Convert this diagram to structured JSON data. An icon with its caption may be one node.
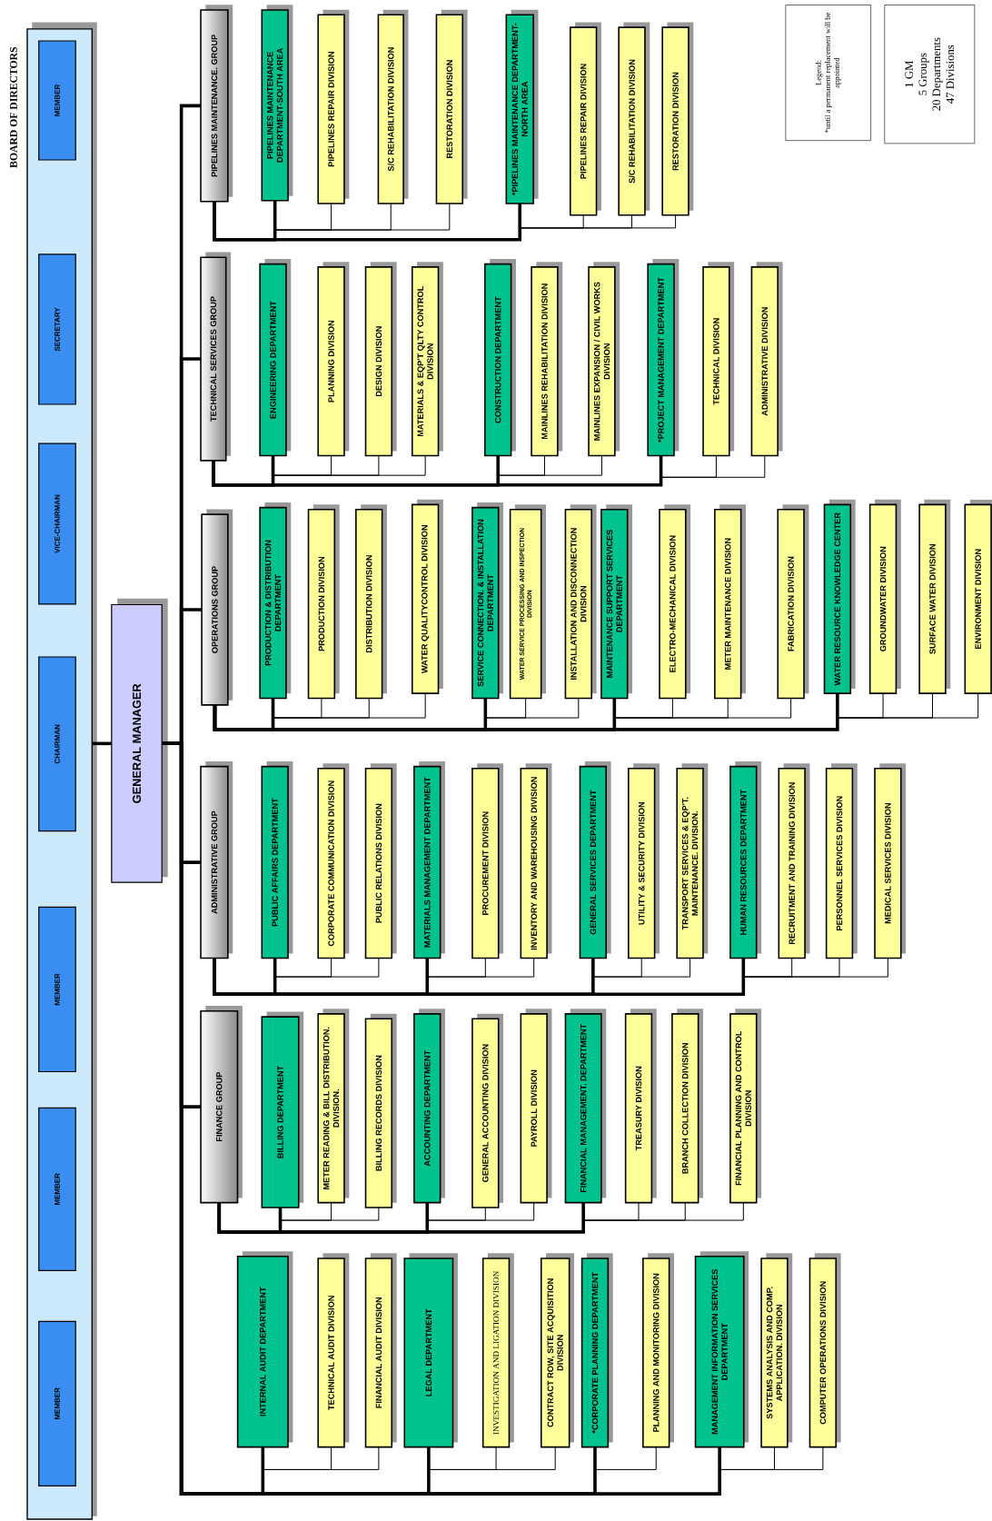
{
  "diagram": {
    "nodes": [
      {
        "text": [
          "BOARD OF DIRECTORS"
        ]
      },
      {
        "text": [
          "MEMBER"
        ],
        "in": 0
      },
      {
        "text": [
          "SECRETARY"
        ],
        "in": 0
      },
      {
        "text": [
          "VICE-CHAIRMAN"
        ],
        "in": 0
      },
      {
        "text": [
          "CHAIRMAN"
        ],
        "in": 0
      },
      {
        "text": [
          "MEMBER"
        ],
        "in": 0
      },
      {
        "text": [
          "MEMBER"
        ],
        "in": 0
      },
      {
        "text": [
          "MEMBER"
        ],
        "in": 0
      },
      {
        "text": [
          "GENERAL MANAGER"
        ]
      },
      {
        "text": [
          "PIPELINES MAINTENANCE. GROUP"
        ]
      },
      {
        "text": [
          "PIPELINES MAINTENANCE DEPARTMENT-SOUTH AREA"
        ]
      },
      {
        "text": [
          "PIPELINES REPAIR DIVISION"
        ]
      },
      {
        "text": [
          "S/C REHABILITATION DIVISION"
        ]
      },
      {
        "text": [
          "RESTORATION DIVISION"
        ]
      },
      {
        "text": [
          "*PIPELINES MAINTENANCE DEPARTMENT- NORTH AREA"
        ]
      },
      {
        "text": [
          "PIPELINES REPAIR DIVISION"
        ]
      },
      {
        "text": [
          "S/C REHABILITATION DIVISION"
        ]
      },
      {
        "text": [
          "RESTORATION DIVISION"
        ]
      },
      {
        "text": [
          "TECHNICAL SERVICES GROUP"
        ]
      },
      {
        "text": [
          "ENGINEERING DEPARTMENT"
        ]
      },
      {
        "text": [
          "PLANNING DIVISION"
        ]
      },
      {
        "text": [
          "DESIGN DIVISION"
        ]
      },
      {
        "text": [
          "MATERIALS & EQP'T QLTY CONTROL DIVISION"
        ]
      },
      {
        "text": [
          "CONSTRUCTION DEPARTMENT"
        ]
      },
      {
        "text": [
          "MAINLINES REHABILITATION DIVISION"
        ]
      },
      {
        "text": [
          "MAINLINES EXPANSION / CIVIL WORKS DIVISION"
        ]
      },
      {
        "text": [
          "*PROJECT MANAGEMENT DEPARTMENT"
        ]
      },
      {
        "text": [
          "TECHNICAL DIVISION"
        ]
      },
      {
        "text": [
          "ADMINISTRATIVE DIVISION"
        ]
      },
      {
        "text": [
          "OPERATIONS GROUP"
        ]
      },
      {
        "text": [
          "PRODUCTION & DISTRIBUTION DEPARTMENT"
        ]
      },
      {
        "text": [
          "PRODUCTION DIVISION"
        ]
      },
      {
        "text": [
          "DISTRIBUTION DIVISION"
        ]
      },
      {
        "text": [
          "WATER QUALITYCONTROL DIVISION"
        ]
      },
      {
        "text": [
          "SERVICE CONNECTION. & INSTALLATION DEPARTMENT"
        ]
      },
      {
        "text": [
          "WATER SERVICE PROCESSING AND INSPECTION DIVISION"
        ]
      },
      {
        "text": [
          "INSTALLATION AND DISCONNECTION DIVISION"
        ]
      },
      {
        "text": [
          "MAINTENANCE SUPPORT SERVICES DEPARTMENT"
        ]
      },
      {
        "text": [
          "ELECTRO-MECHANICAL DIVISION"
        ]
      },
      {
        "text": [
          "METER MAINTENANCE DIVISION"
        ]
      },
      {
        "text": [
          "FABRICATION DIVISION"
        ]
      },
      {
        "text": [
          "WATER RESOURCE KNOWLEDGE CENTER"
        ]
      },
      {
        "text": [
          "GROUNDWATER DIVISION"
        ]
      },
      {
        "text": [
          "SURFACE WATER DIVISION"
        ]
      },
      {
        "text": [
          "ENVIRONMENT DIVISION"
        ]
      },
      {
        "text": [
          "ADMINISTRATIVE GROUP"
        ]
      },
      {
        "text": [
          "PUBLIC AFFAIRS DEPARTMENT"
        ]
      },
      {
        "text": [
          "CORPORATE COMMUNICATION DIVISION"
        ]
      },
      {
        "text": [
          "PUBLIC RELATIONS DIVISION"
        ]
      },
      {
        "text": [
          "MATERIALS MANAGEMENT DEPARTMENT"
        ]
      },
      {
        "text": [
          "PROCUREMENT DIVISION"
        ]
      },
      {
        "text": [
          "INVENTORY AND WAREHOUSING DIVISION"
        ]
      },
      {
        "text": [
          "GENERAL SERVICES DEPARTMENT"
        ]
      },
      {
        "text": [
          "UTILITY & SECURITY DIVISION"
        ]
      },
      {
        "text": [
          "TRANSPORT SERVICES & EQP'T. MAINTENANCE. DIVISION."
        ]
      },
      {
        "text": [
          "HUMAN RESOURCES DEPARTMENT"
        ]
      },
      {
        "text": [
          "RECRUITMENT AND TRAINING DIVISION"
        ]
      },
      {
        "text": [
          "PERSONNEL SERVICES DIVISION"
        ]
      },
      {
        "text": [
          "MEDICAL SERVICES DIVISION"
        ]
      },
      {
        "text": [
          "FINANCE GROUP"
        ]
      },
      {
        "text": [
          "BILLING DEPARTMENT"
        ]
      },
      {
        "text": [
          "METER READING & BILL DISTRIBUTION. DIVISION."
        ]
      },
      {
        "text": [
          "BILLING RECORDS DIVISION"
        ]
      },
      {
        "text": [
          "ACCOUNTING DEPARTMENT"
        ]
      },
      {
        "text": [
          "GENERAL ACCOUNTING DIVISION"
        ]
      },
      {
        "text": [
          "PAYROLL DIVISION"
        ]
      },
      {
        "text": [
          "FINANCIAL MANAGEMENT. DEPARTMENT"
        ]
      },
      {
        "text": [
          "TREASURY DIVISION"
        ]
      },
      {
        "text": [
          "BRANCH COLLECTION DIVISION"
        ]
      },
      {
        "text": [
          "FINANCIAL PLANNING AND CONTROL DIVISION"
        ]
      },
      {
        "text": [
          "INTERNAL AUDIT DEPARTMENT"
        ]
      },
      {
        "text": [
          "TECHNICAL AUDIT DIVISION"
        ]
      },
      {
        "text": [
          "FINANCIAL AUDIT DIVISION"
        ]
      },
      {
        "text": [
          "LEGAL DEPARTMENT"
        ]
      },
      {
        "text": [
          "INVESTIGATION AND LIGATION DIVISION"
        ]
      },
      {
        "text": [
          "CONTRACT ROW, SITE ACQUISITION DIVISION"
        ]
      },
      {
        "text": [
          "*CORPORATE PLANNING DEPARTMENT"
        ]
      },
      {
        "text": [
          "PLANNING AND MONITORING DIVISION"
        ]
      },
      {
        "text": [
          "MANAGEMENT INFORMATION SERVICES DEPARTMENT"
        ]
      },
      {
        "text": [
          "SYSTEMS ANALYSIS AND COMP. APPLICATION. DIVISION"
        ]
      },
      {
        "text": [
          "COMPUTER OPERATIONS DIVISION"
        ]
      },
      {
        "text": [
          "Legend:",
          "*until a permanent replacement will be appointed"
        ]
      },
      {
        "text": [
          "1 GM",
          "5 Groups",
          "20 Departments",
          "47 Divisions"
        ]
      }
    ],
    "edges": [
      {
        "from": 0,
        "to": 8,
        "arrow": "none",
        "style": "thick"
      },
      {
        "from": 8,
        "to": 9,
        "arrow": "none",
        "style": "thick"
      },
      {
        "from": 8,
        "to": 18,
        "arrow": "none",
        "style": "thick"
      },
      {
        "from": 8,
        "to": 29,
        "arrow": "none",
        "style": "thick"
      },
      {
        "from": 8,
        "to": 45,
        "arrow": "none",
        "style": "thick"
      },
      {
        "from": 8,
        "to": 59,
        "arrow": "none",
        "style": "thick"
      },
      {
        "from": 8,
        "to": 70,
        "arrow": "none",
        "style": "thick"
      },
      {
        "from": 8,
        "to": 73,
        "arrow": "none",
        "style": "thick"
      },
      {
        "from": 8,
        "to": 76,
        "arrow": "none",
        "style": "thick"
      },
      {
        "from": 8,
        "to": 78,
        "arrow": "none",
        "style": "thick"
      },
      {
        "from": 9,
        "to": 10,
        "arrow": "none",
        "style": "thick"
      },
      {
        "from": 9,
        "to": 14,
        "arrow": "none",
        "style": "thick"
      },
      {
        "from": 18,
        "to": 19,
        "arrow": "none",
        "style": "thick"
      },
      {
        "from": 18,
        "to": 23,
        "arrow": "none",
        "style": "thick"
      },
      {
        "from": 18,
        "to": 26,
        "arrow": "none",
        "style": "thick"
      },
      {
        "from": 29,
        "to": 30,
        "arrow": "none",
        "style": "thick"
      },
      {
        "from": 29,
        "to": 34,
        "arrow": "none",
        "style": "thick"
      },
      {
        "from": 29,
        "to": 37,
        "arrow": "none",
        "style": "thick"
      },
      {
        "from": 29,
        "to": 41,
        "arrow": "none",
        "style": "thick"
      },
      {
        "from": 45,
        "to": 46,
        "arrow": "none",
        "style": "thick"
      },
      {
        "from": 45,
        "to": 49,
        "arrow": "none",
        "style": "thick"
      },
      {
        "from": 45,
        "to": 52,
        "arrow": "none",
        "style": "thick"
      },
      {
        "from": 45,
        "to": 55,
        "arrow": "none",
        "style": "thick"
      },
      {
        "from": 59,
        "to": 60,
        "arrow": "none",
        "style": "thick"
      },
      {
        "from": 59,
        "to": 63,
        "arrow": "none",
        "style": "thick"
      },
      {
        "from": 59,
        "to": 66,
        "arrow": "none",
        "style": "thick"
      },
      {
        "from": 10,
        "to": 11,
        "arrow": "none"
      },
      {
        "from": 10,
        "to": 12,
        "arrow": "none"
      },
      {
        "from": 10,
        "to": 13,
        "arrow": "none"
      },
      {
        "from": 14,
        "to": 15,
        "arrow": "none"
      },
      {
        "from": 14,
        "to": 16,
        "arrow": "none"
      },
      {
        "from": 14,
        "to": 17,
        "arrow": "none"
      },
      {
        "from": 19,
        "to": 20,
        "arrow": "none"
      },
      {
        "from": 19,
        "to": 21,
        "arrow": "none"
      },
      {
        "from": 19,
        "to": 22,
        "arrow": "none"
      },
      {
        "from": 23,
        "to": 24,
        "arrow": "none"
      },
      {
        "from": 23,
        "to": 25,
        "arrow": "none"
      },
      {
        "from": 26,
        "to": 27,
        "arrow": "none"
      },
      {
        "from": 26,
        "to": 28,
        "arrow": "none"
      },
      {
        "from": 30,
        "to": 31,
        "arrow": "none"
      },
      {
        "from": 30,
        "to": 32,
        "arrow": "none"
      },
      {
        "from": 30,
        "to": 33,
        "arrow": "none"
      },
      {
        "from": 34,
        "to": 35,
        "arrow": "none"
      },
      {
        "from": 34,
        "to": 36,
        "arrow": "none"
      },
      {
        "from": 37,
        "to": 38,
        "arrow": "none"
      },
      {
        "from": 37,
        "to": 39,
        "arrow": "none"
      },
      {
        "from": 37,
        "to": 40,
        "arrow": "none"
      },
      {
        "from": 41,
        "to": 42,
        "arrow": "none"
      },
      {
        "from": 41,
        "to": 43,
        "arrow": "none"
      },
      {
        "from": 41,
        "to": 44,
        "arrow": "none"
      },
      {
        "from": 46,
        "to": 47,
        "arrow": "none"
      },
      {
        "from": 46,
        "to": 48,
        "arrow": "none"
      },
      {
        "from": 49,
        "to": 50,
        "arrow": "none"
      },
      {
        "from": 49,
        "to": 51,
        "arrow": "none"
      },
      {
        "from": 52,
        "to": 53,
        "arrow": "none"
      },
      {
        "from": 52,
        "to": 54,
        "arrow": "none"
      },
      {
        "from": 55,
        "to": 56,
        "arrow": "none"
      },
      {
        "from": 55,
        "to": 57,
        "arrow": "none"
      },
      {
        "from": 55,
        "to": 58,
        "arrow": "none"
      },
      {
        "from": 60,
        "to": 61,
        "arrow": "none"
      },
      {
        "from": 60,
        "to": 62,
        "arrow": "none"
      },
      {
        "from": 63,
        "to": 64,
        "arrow": "none"
      },
      {
        "from": 63,
        "to": 65,
        "arrow": "none"
      },
      {
        "from": 66,
        "to": 67,
        "arrow": "none"
      },
      {
        "from": 66,
        "to": 68,
        "arrow": "none"
      },
      {
        "from": 66,
        "to": 69,
        "arrow": "none"
      },
      {
        "from": 70,
        "to": 71,
        "arrow": "none"
      },
      {
        "from": 70,
        "to": 72,
        "arrow": "none"
      },
      {
        "from": 73,
        "to": 74,
        "arrow": "none"
      },
      {
        "from": 73,
        "to": 75,
        "arrow": "none"
      },
      {
        "from": 76,
        "to": 77,
        "arrow": "none"
      },
      {
        "from": 78,
        "to": 79,
        "arrow": "none"
      },
      {
        "from": 78,
        "to": 80,
        "arrow": "none"
      }
    ]
  }
}
